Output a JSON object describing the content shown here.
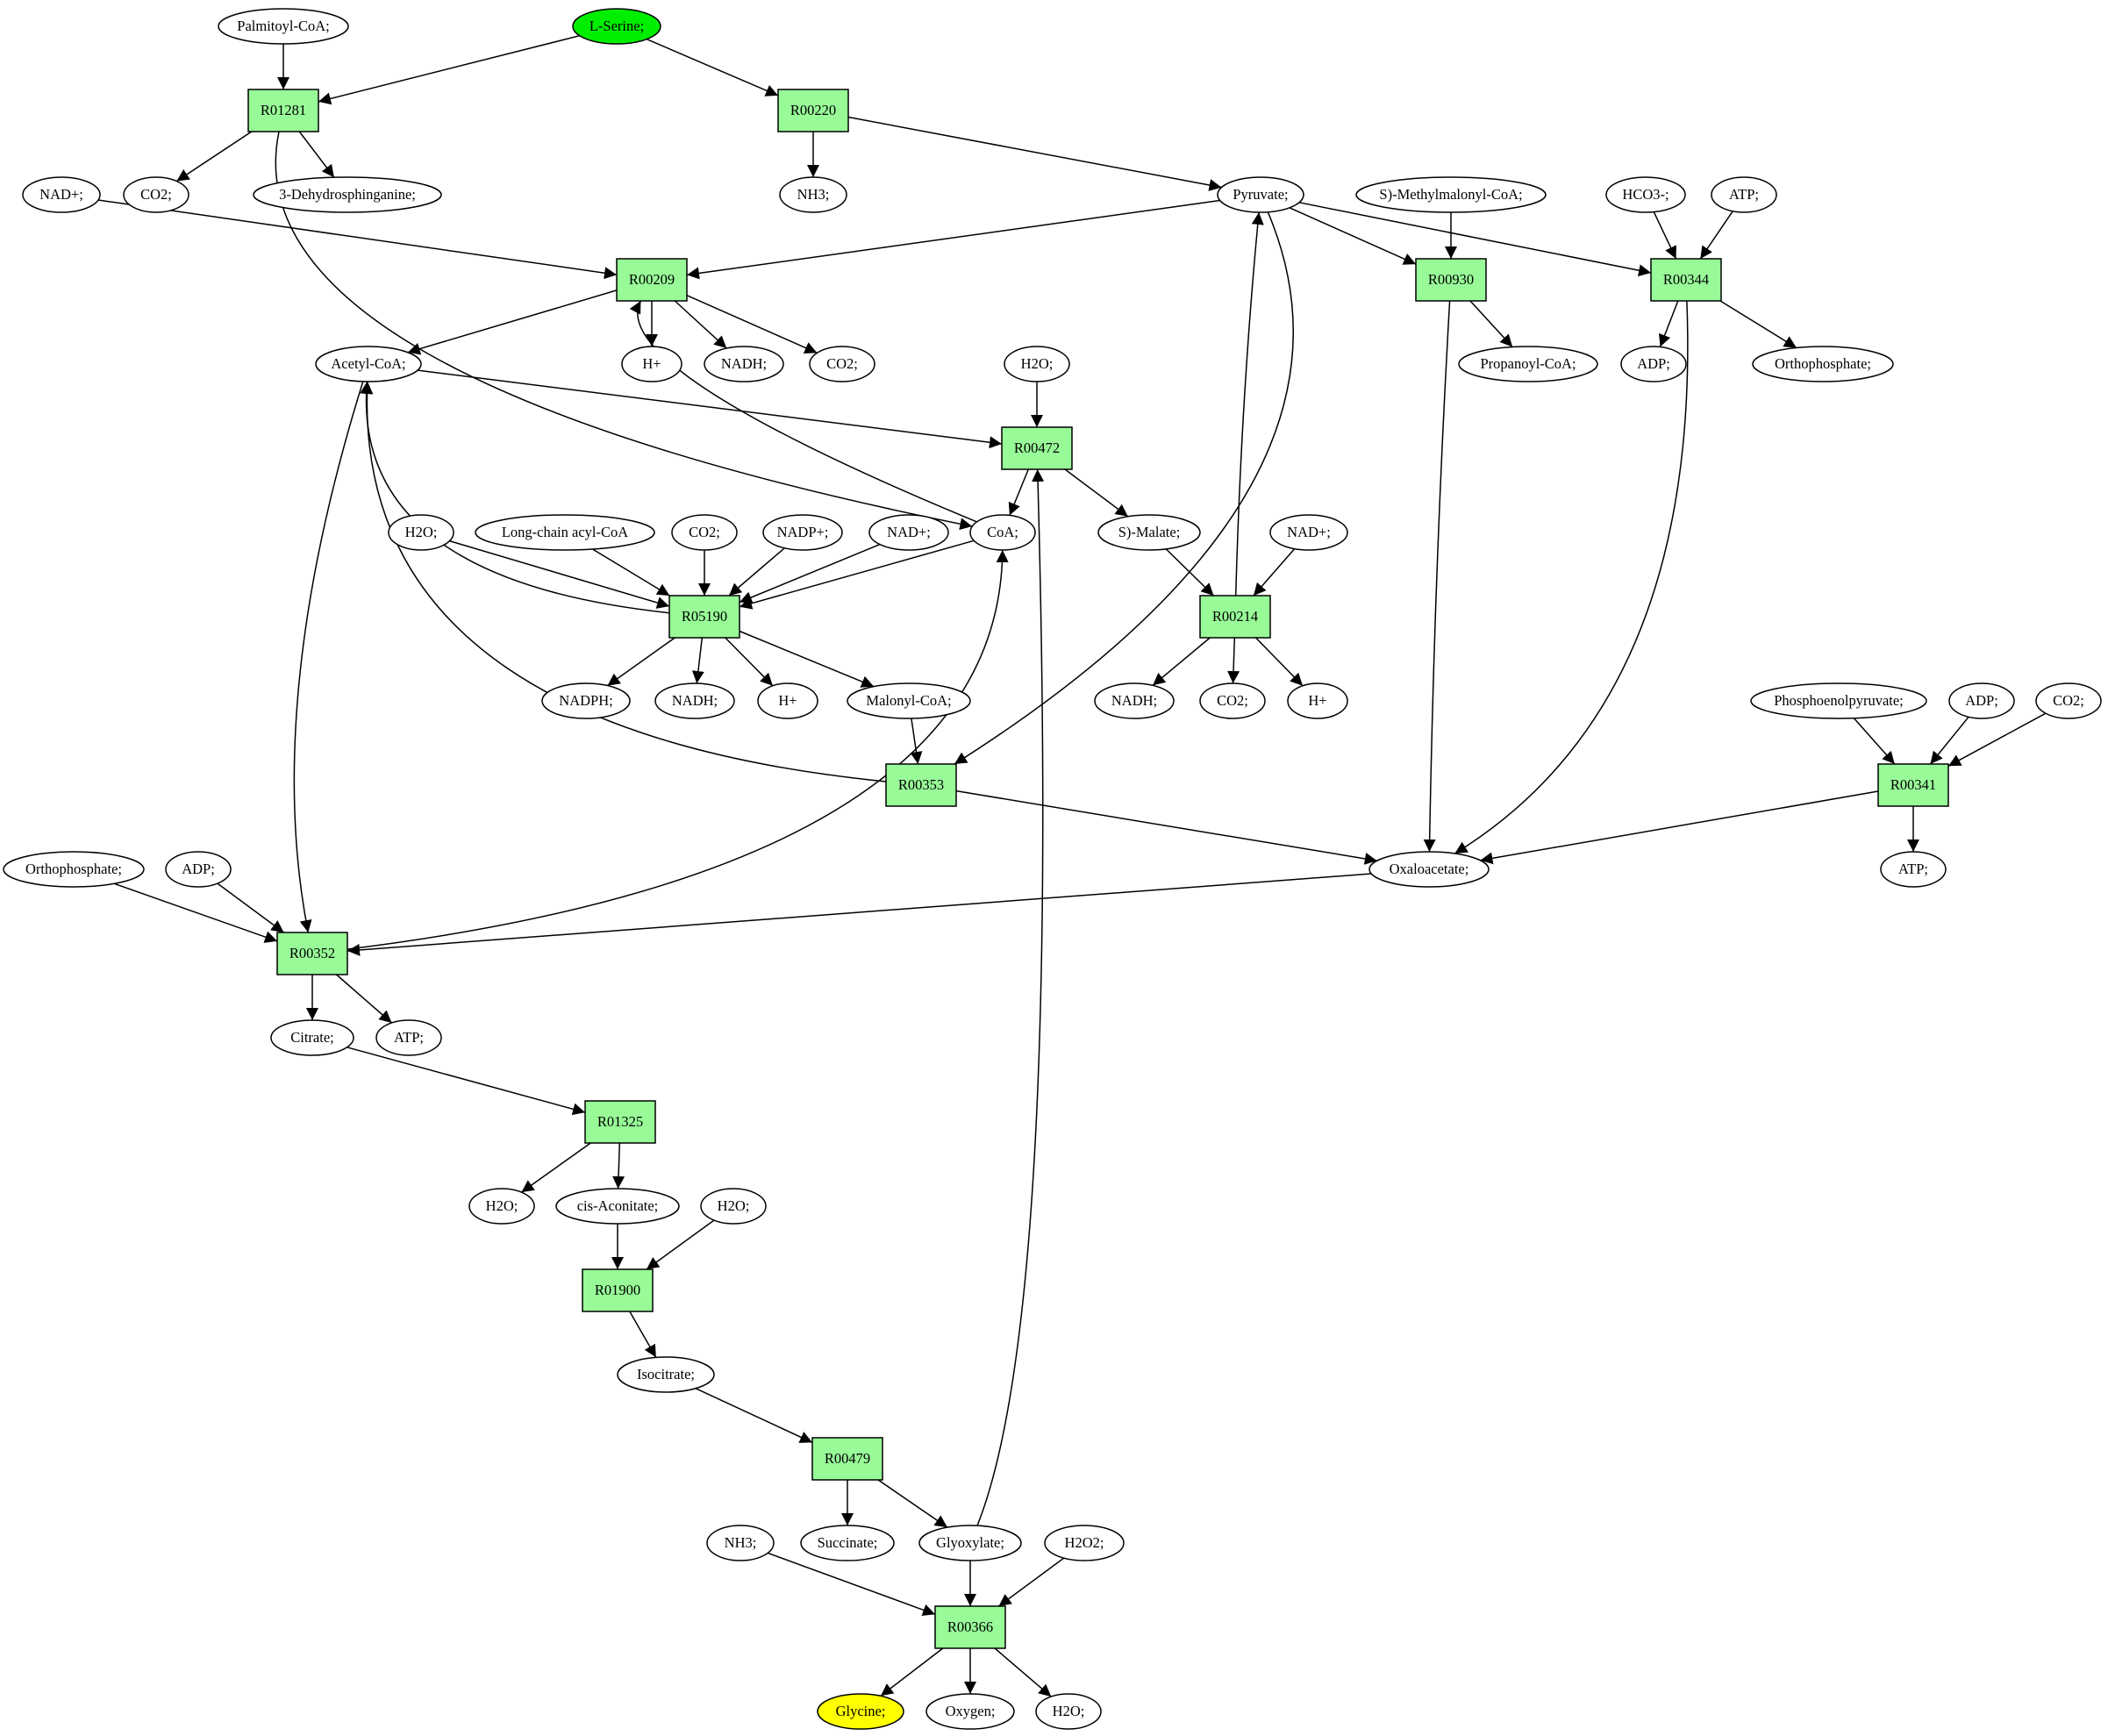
{
  "colors": {
    "reaction_fill": "#98fb98",
    "compound_fill": "#ffffff",
    "source_fill": "#00ee00",
    "target_fill": "#ffff00"
  },
  "nodes": [
    {
      "id": "palmitoylcoa",
      "label": "Palmitoyl-CoA;",
      "kind": "compound"
    },
    {
      "id": "lserine",
      "label": "L-Serine;",
      "kind": "source"
    },
    {
      "id": "r01281",
      "label": "R01281",
      "kind": "reaction"
    },
    {
      "id": "r00220",
      "label": "R00220",
      "kind": "reaction"
    },
    {
      "id": "nad1",
      "label": "NAD+;",
      "kind": "compound"
    },
    {
      "id": "co2_1",
      "label": "CO2;",
      "kind": "compound"
    },
    {
      "id": "dehydro",
      "label": "3-Dehydrosphinganine;",
      "kind": "compound"
    },
    {
      "id": "nh3_1",
      "label": "NH3;",
      "kind": "compound"
    },
    {
      "id": "pyruvate",
      "label": "Pyruvate;",
      "kind": "compound"
    },
    {
      "id": "smethyl",
      "label": "S)-Methylmalonyl-CoA;",
      "kind": "compound"
    },
    {
      "id": "hco3",
      "label": "HCO3-;",
      "kind": "compound"
    },
    {
      "id": "atp1",
      "label": "ATP;",
      "kind": "compound"
    },
    {
      "id": "r00209",
      "label": "R00209",
      "kind": "reaction"
    },
    {
      "id": "r00930",
      "label": "R00930",
      "kind": "reaction"
    },
    {
      "id": "r00344",
      "label": "R00344",
      "kind": "reaction"
    },
    {
      "id": "acetylcoa",
      "label": "Acetyl-CoA;",
      "kind": "compound"
    },
    {
      "id": "hplus1",
      "label": "H+",
      "kind": "compound"
    },
    {
      "id": "nadh1",
      "label": "NADH;",
      "kind": "compound"
    },
    {
      "id": "co2_2",
      "label": "CO2;",
      "kind": "compound"
    },
    {
      "id": "h2o_1",
      "label": "H2O;",
      "kind": "compound"
    },
    {
      "id": "propanoyl",
      "label": "Propanoyl-CoA;",
      "kind": "compound"
    },
    {
      "id": "adp1",
      "label": "ADP;",
      "kind": "compound"
    },
    {
      "id": "ortho1",
      "label": "Orthophosphate;",
      "kind": "compound"
    },
    {
      "id": "r00472",
      "label": "R00472",
      "kind": "reaction"
    },
    {
      "id": "h2o_2",
      "label": "H2O;",
      "kind": "compound"
    },
    {
      "id": "longchain",
      "label": "Long-chain acyl-CoA",
      "kind": "compound"
    },
    {
      "id": "co2_3",
      "label": "CO2;",
      "kind": "compound"
    },
    {
      "id": "nadp",
      "label": "NADP+;",
      "kind": "compound"
    },
    {
      "id": "nad2",
      "label": "NAD+;",
      "kind": "compound"
    },
    {
      "id": "coa",
      "label": "CoA;",
      "kind": "compound"
    },
    {
      "id": "smalate",
      "label": "S)-Malate;",
      "kind": "compound"
    },
    {
      "id": "nad3",
      "label": "NAD+;",
      "kind": "compound"
    },
    {
      "id": "r05190",
      "label": "R05190",
      "kind": "reaction"
    },
    {
      "id": "r00214",
      "label": "R00214",
      "kind": "reaction"
    },
    {
      "id": "nadph",
      "label": "NADPH;",
      "kind": "compound"
    },
    {
      "id": "nadh2",
      "label": "NADH;",
      "kind": "compound"
    },
    {
      "id": "hplus2",
      "label": "H+",
      "kind": "compound"
    },
    {
      "id": "malonyl",
      "label": "Malonyl-CoA;",
      "kind": "compound"
    },
    {
      "id": "nadh3",
      "label": "NADH;",
      "kind": "compound"
    },
    {
      "id": "co2_4",
      "label": "CO2;",
      "kind": "compound"
    },
    {
      "id": "hplus3",
      "label": "H+",
      "kind": "compound"
    },
    {
      "id": "pep",
      "label": "Phosphoenolpyruvate;",
      "kind": "compound"
    },
    {
      "id": "adp2",
      "label": "ADP;",
      "kind": "compound"
    },
    {
      "id": "co2_5",
      "label": "CO2;",
      "kind": "compound"
    },
    {
      "id": "r00353",
      "label": "R00353",
      "kind": "reaction"
    },
    {
      "id": "r00341",
      "label": "R00341",
      "kind": "reaction"
    },
    {
      "id": "ortho2",
      "label": "Orthophosphate;",
      "kind": "compound"
    },
    {
      "id": "adp3",
      "label": "ADP;",
      "kind": "compound"
    },
    {
      "id": "oxaloacetate",
      "label": "Oxaloacetate;",
      "kind": "compound"
    },
    {
      "id": "atp2",
      "label": "ATP;",
      "kind": "compound"
    },
    {
      "id": "r00352",
      "label": "R00352",
      "kind": "reaction"
    },
    {
      "id": "citrate",
      "label": "Citrate;",
      "kind": "compound"
    },
    {
      "id": "atp3",
      "label": "ATP;",
      "kind": "compound"
    },
    {
      "id": "r01325",
      "label": "R01325",
      "kind": "reaction"
    },
    {
      "id": "h2o_3",
      "label": "H2O;",
      "kind": "compound"
    },
    {
      "id": "cisaconitate",
      "label": "cis-Aconitate;",
      "kind": "compound"
    },
    {
      "id": "h2o_4",
      "label": "H2O;",
      "kind": "compound"
    },
    {
      "id": "r01900",
      "label": "R01900",
      "kind": "reaction"
    },
    {
      "id": "isocitrate",
      "label": "Isocitrate;",
      "kind": "compound"
    },
    {
      "id": "r00479",
      "label": "R00479",
      "kind": "reaction"
    },
    {
      "id": "nh3_2",
      "label": "NH3;",
      "kind": "compound"
    },
    {
      "id": "succinate",
      "label": "Succinate;",
      "kind": "compound"
    },
    {
      "id": "glyoxylate",
      "label": "Glyoxylate;",
      "kind": "compound"
    },
    {
      "id": "h2o2",
      "label": "H2O2;",
      "kind": "compound"
    },
    {
      "id": "r00366",
      "label": "R00366",
      "kind": "reaction"
    },
    {
      "id": "glycine",
      "label": "Glycine;",
      "kind": "target"
    },
    {
      "id": "oxygen",
      "label": "Oxygen;",
      "kind": "compound"
    },
    {
      "id": "h2o_5",
      "label": "H2O;",
      "kind": "compound"
    }
  ],
  "edges": [
    {
      "from": "palmitoylcoa",
      "to": "r01281"
    },
    {
      "from": "lserine",
      "to": "r01281"
    },
    {
      "from": "lserine",
      "to": "r00220"
    },
    {
      "from": "r01281",
      "to": "co2_1"
    },
    {
      "from": "r01281",
      "to": "dehydro"
    },
    {
      "from": "r01281",
      "to": "coa"
    },
    {
      "from": "r00220",
      "to": "nh3_1"
    },
    {
      "from": "r00220",
      "to": "pyruvate"
    },
    {
      "from": "nad1",
      "to": "r00209"
    },
    {
      "from": "pyruvate",
      "to": "r00209"
    },
    {
      "from": "pyruvate",
      "to": "r00930"
    },
    {
      "from": "pyruvate",
      "to": "r00344"
    },
    {
      "from": "pyruvate",
      "to": "r00353"
    },
    {
      "from": "smethyl",
      "to": "r00930"
    },
    {
      "from": "hco3",
      "to": "r00344"
    },
    {
      "from": "atp1",
      "to": "r00344"
    },
    {
      "from": "r00209",
      "to": "acetylcoa"
    },
    {
      "from": "r00209",
      "to": "hplus1"
    },
    {
      "from": "r00209",
      "to": "nadh1"
    },
    {
      "from": "r00209",
      "to": "co2_2"
    },
    {
      "from": "coa",
      "to": "r00209"
    },
    {
      "from": "r00930",
      "to": "propanoyl"
    },
    {
      "from": "r00930",
      "to": "oxaloacetate"
    },
    {
      "from": "r00344",
      "to": "adp1"
    },
    {
      "from": "r00344",
      "to": "ortho1"
    },
    {
      "from": "r00344",
      "to": "oxaloacetate"
    },
    {
      "from": "acetylcoa",
      "to": "r00472"
    },
    {
      "from": "acetylcoa",
      "to": "r00352"
    },
    {
      "from": "h2o_1",
      "to": "r00472"
    },
    {
      "from": "glyoxylate",
      "to": "r00472"
    },
    {
      "from": "r00472",
      "to": "coa"
    },
    {
      "from": "r00472",
      "to": "smalate"
    },
    {
      "from": "h2o_2",
      "to": "r05190"
    },
    {
      "from": "longchain",
      "to": "r05190"
    },
    {
      "from": "co2_3",
      "to": "r05190"
    },
    {
      "from": "nadp",
      "to": "r05190"
    },
    {
      "from": "nad2",
      "to": "r05190"
    },
    {
      "from": "coa",
      "to": "r05190"
    },
    {
      "from": "r05190",
      "to": "acetylcoa"
    },
    {
      "from": "r05190",
      "to": "nadph"
    },
    {
      "from": "r05190",
      "to": "nadh2"
    },
    {
      "from": "r05190",
      "to": "hplus2"
    },
    {
      "from": "r05190",
      "to": "malonyl"
    },
    {
      "from": "smalate",
      "to": "r00214"
    },
    {
      "from": "nad3",
      "to": "r00214"
    },
    {
      "from": "r00214",
      "to": "pyruvate"
    },
    {
      "from": "r00214",
      "to": "nadh3"
    },
    {
      "from": "r00214",
      "to": "co2_4"
    },
    {
      "from": "r00214",
      "to": "hplus3"
    },
    {
      "from": "malonyl",
      "to": "r00353"
    },
    {
      "from": "r00353",
      "to": "acetylcoa"
    },
    {
      "from": "r00353",
      "to": "oxaloacetate"
    },
    {
      "from": "pep",
      "to": "r00341"
    },
    {
      "from": "adp2",
      "to": "r00341"
    },
    {
      "from": "co2_5",
      "to": "r00341"
    },
    {
      "from": "r00341",
      "to": "oxaloacetate"
    },
    {
      "from": "r00341",
      "to": "atp2"
    },
    {
      "from": "ortho2",
      "to": "r00352"
    },
    {
      "from": "adp3",
      "to": "r00352"
    },
    {
      "from": "oxaloacetate",
      "to": "r00352"
    },
    {
      "from": "r00352",
      "to": "coa"
    },
    {
      "from": "r00352",
      "to": "citrate"
    },
    {
      "from": "r00352",
      "to": "atp3"
    },
    {
      "from": "citrate",
      "to": "r01325"
    },
    {
      "from": "r01325",
      "to": "cisaconitate"
    },
    {
      "from": "r01325",
      "to": "h2o_3"
    },
    {
      "from": "h2o_4",
      "to": "r01900"
    },
    {
      "from": "cisaconitate",
      "to": "r01900"
    },
    {
      "from": "r01900",
      "to": "isocitrate"
    },
    {
      "from": "isocitrate",
      "to": "r00479"
    },
    {
      "from": "r00479",
      "to": "succinate"
    },
    {
      "from": "r00479",
      "to": "glyoxylate"
    },
    {
      "from": "nh3_2",
      "to": "r00366"
    },
    {
      "from": "glyoxylate",
      "to": "r00366"
    },
    {
      "from": "h2o2",
      "to": "r00366"
    },
    {
      "from": "r00366",
      "to": "glycine"
    },
    {
      "from": "r00366",
      "to": "oxygen"
    },
    {
      "from": "r00366",
      "to": "h2o_5"
    }
  ]
}
